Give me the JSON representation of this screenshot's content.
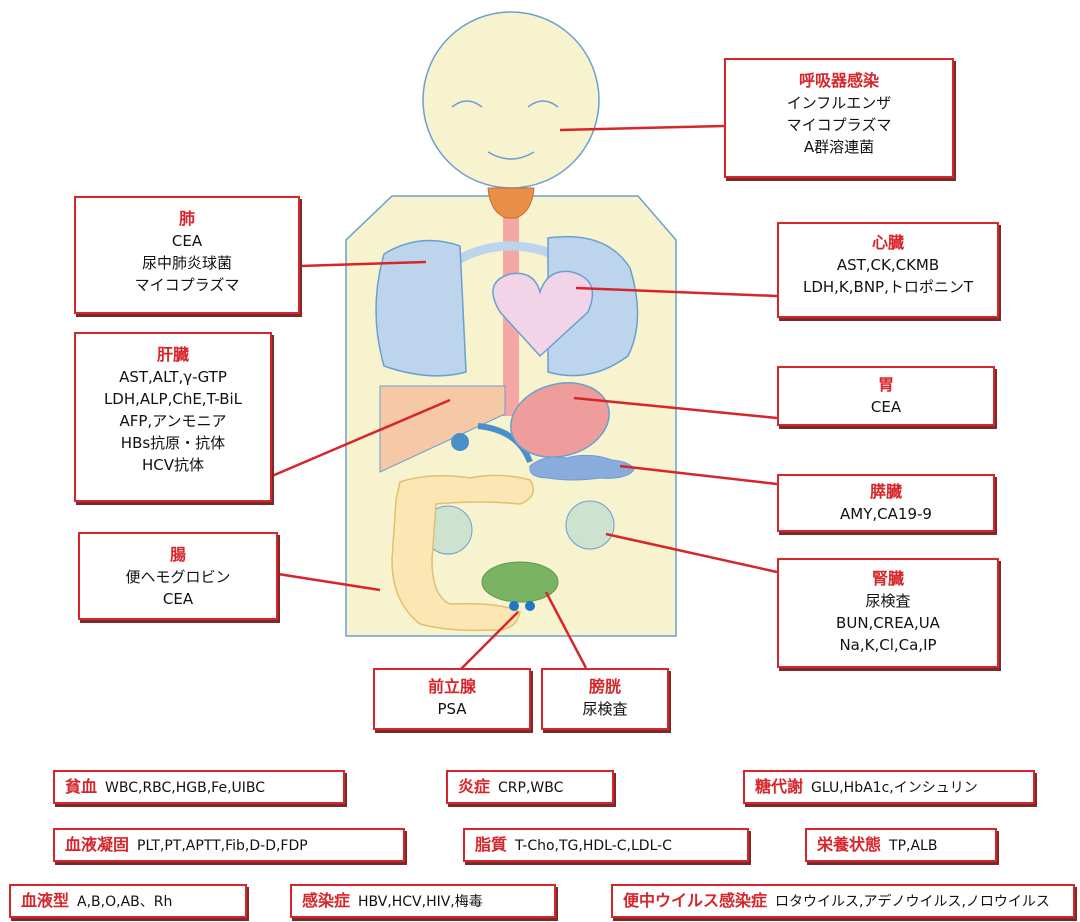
{
  "organs": {
    "respiratory": {
      "title": "呼吸器感染",
      "lines": [
        "インフルエンザ",
        "マイコプラズマ",
        "A群溶連菌"
      ]
    },
    "lung": {
      "title": "肺",
      "lines": [
        "CEA",
        "尿中肺炎球菌",
        "マイコプラズマ"
      ]
    },
    "heart": {
      "title": "心臓",
      "lines": [
        "AST,CK,CKMB",
        "LDH,K,BNP,トロポニンT"
      ]
    },
    "liver": {
      "title": "肝臓",
      "lines": [
        "AST,ALT,γ-GTP",
        "LDH,ALP,ChE,T-BiL",
        "AFP,アンモニア",
        "HBs抗原・抗体",
        "HCV抗体"
      ]
    },
    "stomach": {
      "title": "胃",
      "lines": [
        "CEA"
      ]
    },
    "pancreas": {
      "title": "膵臓",
      "lines": [
        "AMY,CA19-9"
      ]
    },
    "intestine": {
      "title": "腸",
      "lines": [
        "便ヘモグロビン",
        "CEA"
      ]
    },
    "kidney": {
      "title": "腎臓",
      "lines": [
        "尿検査",
        "BUN,CREA,UA",
        "Na,K,Cl,Ca,IP"
      ]
    },
    "prostate": {
      "title": "前立腺",
      "lines": [
        "PSA"
      ]
    },
    "bladder": {
      "title": "膀胱",
      "lines": [
        "尿検査"
      ]
    }
  },
  "conditions": {
    "anemia": {
      "name": "貧血",
      "tests": "WBC,RBC,HGB,Fe,UIBC"
    },
    "inflammation": {
      "name": "炎症",
      "tests": "CRP,WBC"
    },
    "glucose": {
      "name": "糖代謝",
      "tests": "GLU,HbA1c,インシュリン"
    },
    "coagulation": {
      "name": "血液凝固",
      "tests": "PLT,PT,APTT,Fib,D-D,FDP"
    },
    "lipids": {
      "name": "脂質",
      "tests": "T-Cho,TG,HDL-C,LDL-C"
    },
    "nutrition": {
      "name": "栄養状態",
      "tests": "TP,ALB"
    },
    "bloodtype": {
      "name": "血液型",
      "tests": "A,B,O,AB、Rh"
    },
    "infection": {
      "name": "感染症",
      "tests": "HBV,HCV,HIV,梅毒"
    },
    "stool_virus": {
      "name": "便中ウイルス感染症",
      "tests": "ロタウイルス,アデノウイルス,ノロウイルス"
    }
  },
  "colors": {
    "accent": "#d7262b",
    "skin": "#f7f3cf",
    "lung": "#bcd5ec",
    "heart": "#f2d4e8",
    "liver": "#f6c8a6",
    "stomach": "#ef9d9c",
    "pancreas": "#8aacdc",
    "kidney": "#cde2cf",
    "intestine": "#fce6b3",
    "bladder": "#7ab463",
    "thyroid": "#e8904a"
  }
}
